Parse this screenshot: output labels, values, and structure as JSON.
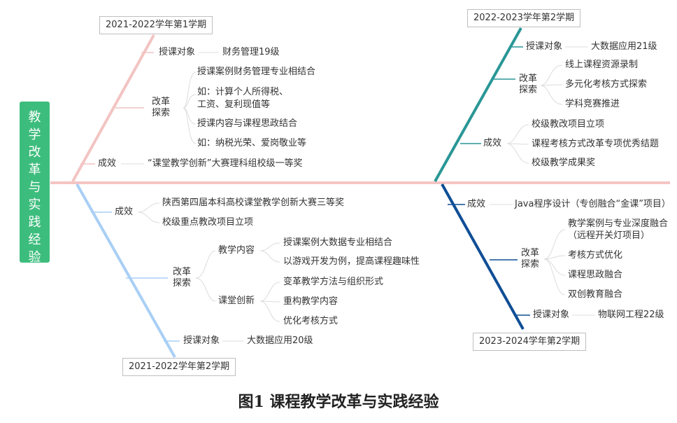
{
  "diagram": {
    "root": [
      "教",
      "学",
      "改",
      "革",
      "与",
      "实",
      "践",
      "经",
      "验"
    ],
    "caption": "图1  课程教学改革与实践经验",
    "colors": {
      "spine": "#f4c5c4",
      "tl": "#f2c4c2",
      "tr": "#2a9796",
      "bl": "#a9cff5",
      "br": "#0f4e96",
      "root_bg": "#3dbd7d",
      "sub": "#dcdcdc"
    },
    "tl": {
      "semester": "2021-2022学年第1学期",
      "target_label": "授课对象",
      "target_value": "财务管理19级",
      "reform_label": [
        "改革",
        "探索"
      ],
      "reform_items": [
        "授课案例财务管理专业相结合",
        "如：计算个人所得税、",
        "工资、复利现值等",
        "授课内容与课程思政结合",
        "如：纳税光荣、爱岗敬业等"
      ],
      "result_label": "成效",
      "result_value": "“课堂教学创新”大赛理科组校级一等奖"
    },
    "tr": {
      "semester": "2022-2023学年第2学期",
      "target_label": "授课对象",
      "target_value": "大数据应用21级",
      "reform_label": [
        "改革",
        "探索"
      ],
      "reform_items": [
        "线上课程资源录制",
        "多元化考核方式探索",
        "学科竞赛推进"
      ],
      "result_label": "成效",
      "result_items": [
        "校级教改项目立项",
        "课程考核方式改革专项优秀结题",
        "校级教学成果奖"
      ]
    },
    "bl": {
      "semester": "2021-2022学年第2学期",
      "result_label": "成效",
      "result_items": [
        "陕西第四届本科高校课堂教学创新大赛三等奖",
        "校级重点教改项目立项"
      ],
      "reform_label": [
        "改革",
        "探索"
      ],
      "content_label": "教学内容",
      "content_items": [
        "授课案例大数据专业相结合",
        "以游戏开发为例，提高课程趣味性"
      ],
      "innovation_label": "课堂创新",
      "innovation_items": [
        "变革教学方法与组织形式",
        "重构教学内容",
        "优化考核方式"
      ],
      "target_label": "授课对象",
      "target_value": "大数据应用20级"
    },
    "br": {
      "semester": "2023-2024学年第2学期",
      "result_label": "成效",
      "result_value": "Java程序设计（专创融合“金课”项目）",
      "reform_label": [
        "改革",
        "探索"
      ],
      "reform_items": [
        "教学案例与专业深度融合",
        "（远程开关灯项目）",
        "考核方式优化",
        "课程思政融合",
        "双创教育融合"
      ],
      "target_label": "授课对象",
      "target_value": "物联网工程22级"
    }
  }
}
